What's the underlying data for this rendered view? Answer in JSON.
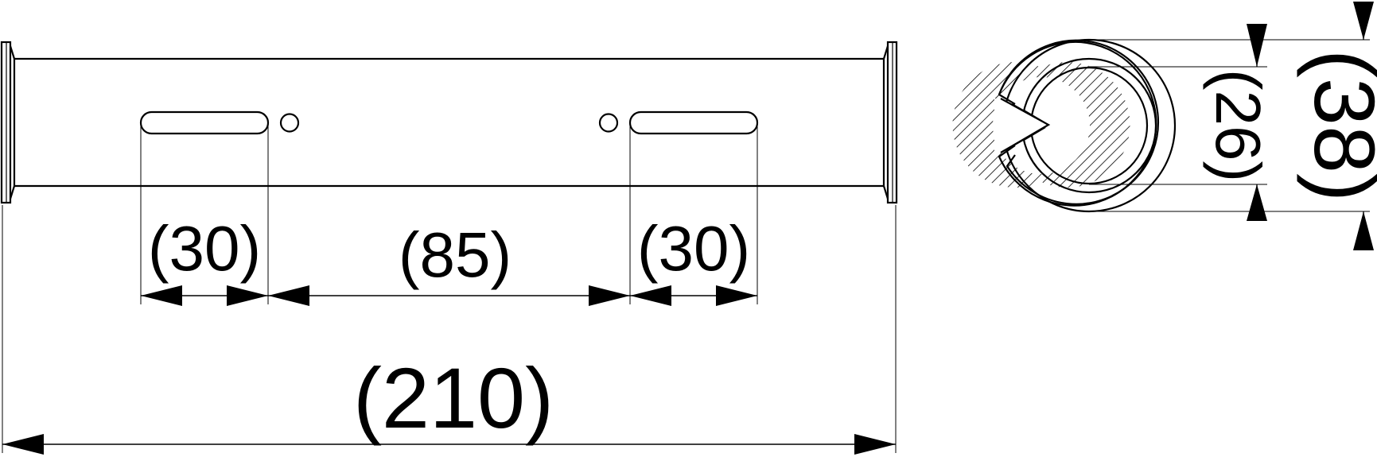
{
  "dimensions": {
    "slot_left_length": "(30)",
    "slot_spacing": "(85)",
    "slot_right_length": "(30)",
    "overall_length": "(210)",
    "inner_diameter": "(26)",
    "outer_diameter": "(38)"
  },
  "colors": {
    "line": "#000000",
    "background": "#ffffff"
  }
}
